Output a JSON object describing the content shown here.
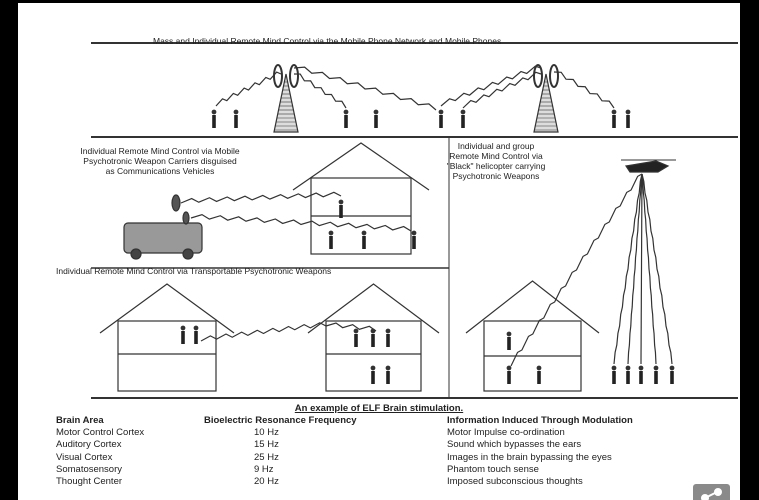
{
  "panels": {
    "top_title": "Mass and Individual Remote Mind Control via the Mobile Phone Network and Mobile Phones",
    "vehicle_title": [
      "Individual Remote Mind Control via Mobile",
      "Psychotronic Weapon Carriers disguised",
      "as Communications Vehicles"
    ],
    "transportable_title": "Individual Remote Mind Control via Transportable Psychotronic Weapons",
    "helicopter_title": [
      "Individual and group",
      "Remote Mind Control via",
      "\"Black\" helicopter carrying",
      "Psychotronic Weapons"
    ]
  },
  "table": {
    "title": "An example of ELF Brain stimulation.",
    "headers": [
      "Brain Area",
      "Bioelectric Resonance Frequency",
      "Information Induced Through Modulation"
    ],
    "rows": [
      [
        "Motor Control Cortex",
        "10 Hz",
        "Motor Impulse co-ordination"
      ],
      [
        "Auditory Cortex",
        "15 Hz",
        "Sound which bypasses the ears"
      ],
      [
        "Visual Cortex",
        "25 Hz",
        "Images in the brain bypassing the eyes"
      ],
      [
        "Somatosensory",
        "9 Hz",
        "Phantom touch sense"
      ],
      [
        "Thought Center",
        "20 Hz",
        "Imposed subconscious thoughts"
      ]
    ]
  },
  "share_button": {
    "icon": "share-icon"
  }
}
